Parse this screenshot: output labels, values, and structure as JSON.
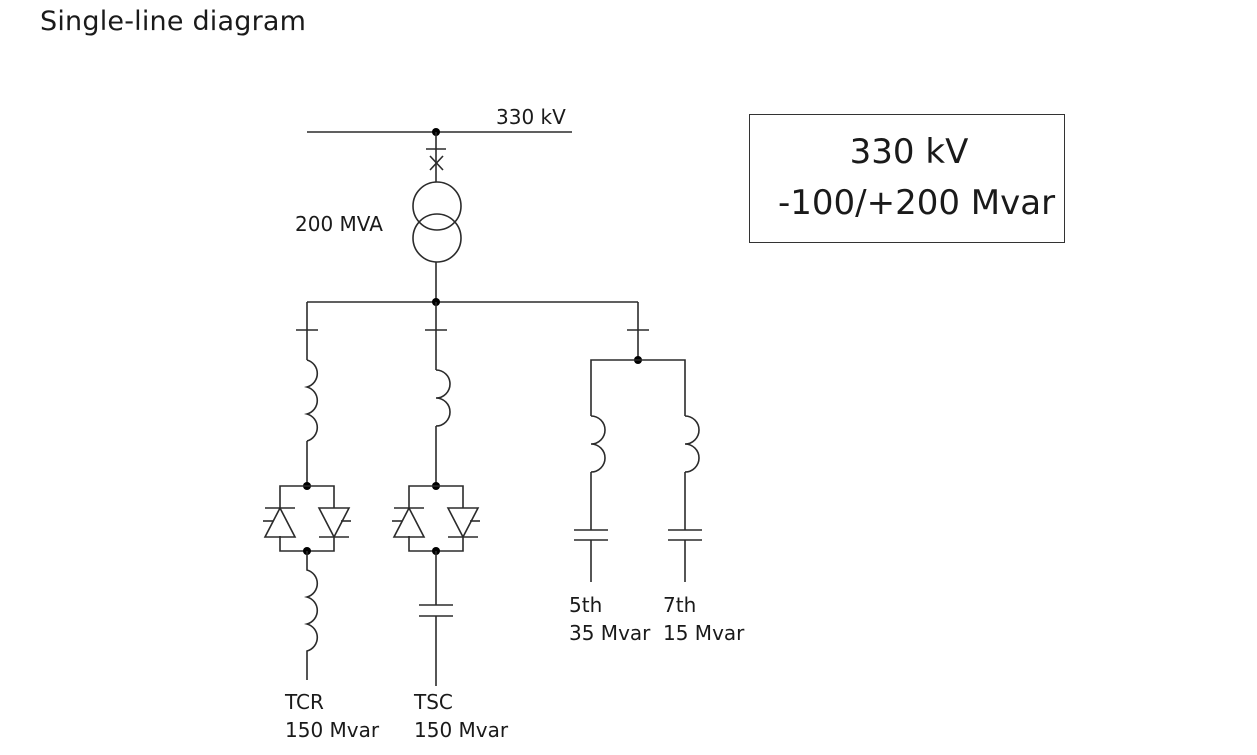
{
  "title": "Single-line diagram",
  "bus": {
    "label": "330 kV"
  },
  "transformer": {
    "label": "200 MVA"
  },
  "rating_box": {
    "voltage": "330 kV",
    "range": "-100/+200 Mvar"
  },
  "branches": [
    {
      "id": "tcr",
      "name": "TCR",
      "rating": "150 Mvar"
    },
    {
      "id": "tsc",
      "name": "TSC",
      "rating": "150 Mvar"
    },
    {
      "id": "filter-5th",
      "name": "5th",
      "rating": "35 Mvar"
    },
    {
      "id": "filter-7th",
      "name": "7th",
      "rating": "15 Mvar"
    }
  ],
  "icons": {
    "breaker": "circuit-breaker-icon",
    "disconnector": "disconnector-icon",
    "transformer": "transformer-icon",
    "reactor": "reactor-icon",
    "thyristor": "thyristor-icon",
    "capacitor": "capacitor-icon"
  }
}
